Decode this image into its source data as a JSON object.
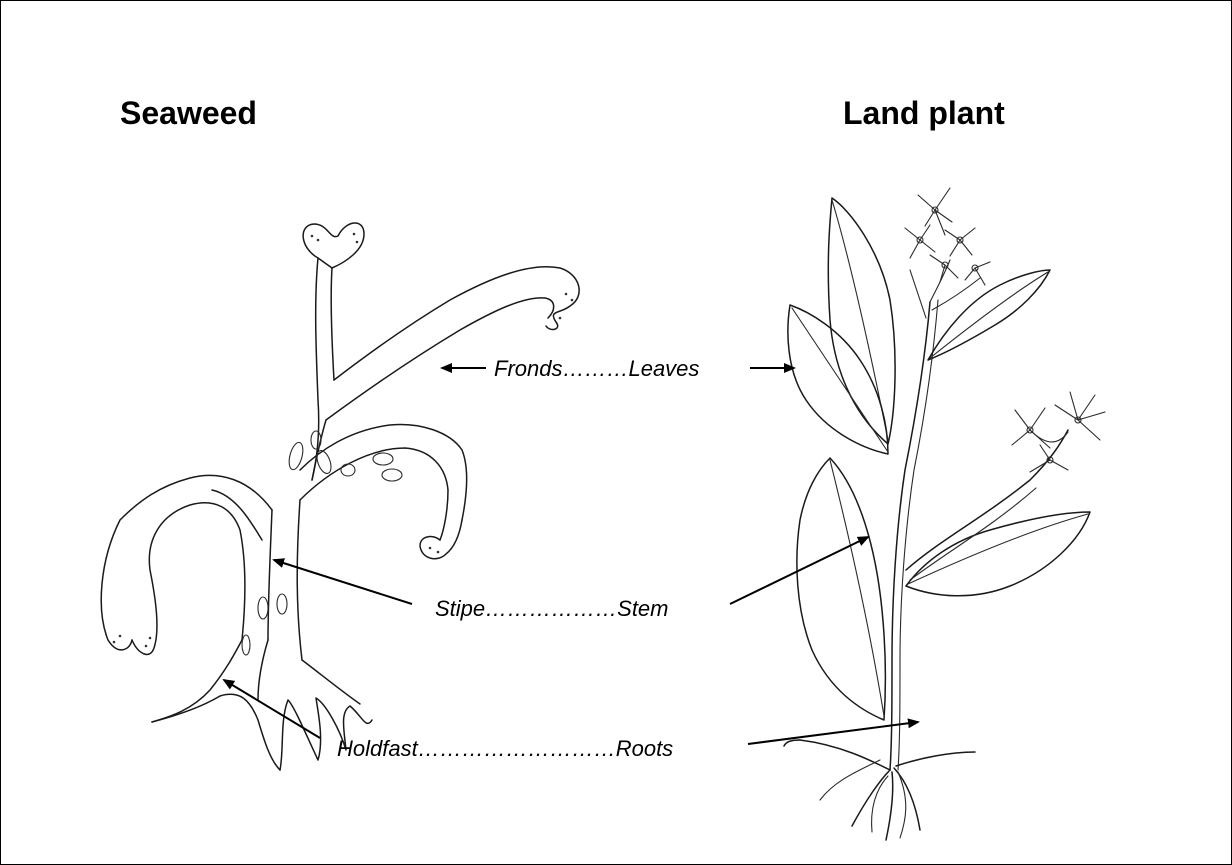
{
  "titles": {
    "left": "Seaweed",
    "right": "Land plant"
  },
  "labels": {
    "fronds_leaves": "Fronds………Leaves",
    "stipe_stem": "Stipe………………Stem",
    "holdfast_roots": "Holdfast………………………Roots"
  },
  "colors": {
    "ink": "#000000",
    "background": "#ffffff"
  }
}
